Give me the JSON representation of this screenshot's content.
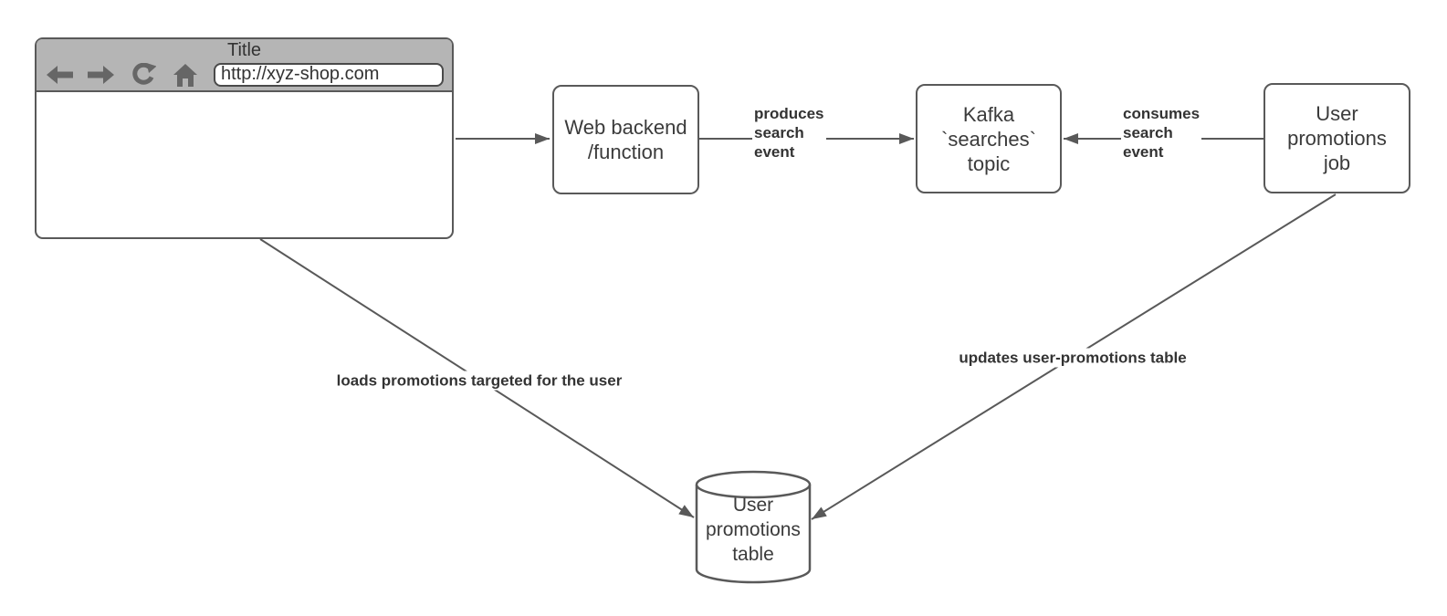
{
  "colors": {
    "shape_border": "#595959",
    "connector": "#595959",
    "node_text": "#3b3b3b",
    "label_text": "#333333",
    "browser_header_bg": "#b5b5b5",
    "icon_color": "#666666",
    "canvas_bg": "#ffffff"
  },
  "browser": {
    "title": "Title",
    "url": "http://xyz-shop.com",
    "icons": {
      "back": "back-arrow-icon",
      "forward": "forward-arrow-icon",
      "reload": "reload-icon",
      "home": "home-icon"
    }
  },
  "nodes": {
    "web_backend": {
      "label": "Web backend\n/function"
    },
    "kafka_topic": {
      "label": "Kafka\n`searches`\ntopic"
    },
    "promotions_job": {
      "label": "User\npromotions\njob"
    },
    "promotions_table": {
      "label": "User\npromotions\ntable"
    }
  },
  "edges": {
    "produces": {
      "label": "produces\nsearch\nevent"
    },
    "consumes": {
      "label": "consumes\nsearch\nevent"
    },
    "loads": {
      "label": "loads promotions targeted for the user"
    },
    "updates": {
      "label": "updates user-promotions table"
    }
  }
}
